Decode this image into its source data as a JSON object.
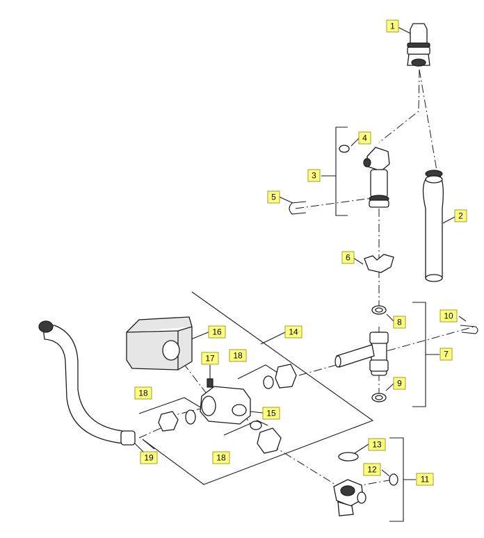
{
  "callouts": [
    {
      "id": "c1",
      "label": "1"
    },
    {
      "id": "c2",
      "label": "2"
    },
    {
      "id": "c3",
      "label": "3"
    },
    {
      "id": "c4",
      "label": "4"
    },
    {
      "id": "c5",
      "label": "5"
    },
    {
      "id": "c6",
      "label": "6"
    },
    {
      "id": "c7",
      "label": "7"
    },
    {
      "id": "c8",
      "label": "8"
    },
    {
      "id": "c9",
      "label": "9"
    },
    {
      "id": "c10",
      "label": "10"
    },
    {
      "id": "c11",
      "label": "11"
    },
    {
      "id": "c12",
      "label": "12"
    },
    {
      "id": "c13",
      "label": "13"
    },
    {
      "id": "c14",
      "label": "14"
    },
    {
      "id": "c15",
      "label": "15"
    },
    {
      "id": "c16",
      "label": "16"
    },
    {
      "id": "c17",
      "label": "17"
    },
    {
      "id": "c18a",
      "label": "18"
    },
    {
      "id": "c18b",
      "label": "18"
    },
    {
      "id": "c18c",
      "label": "18"
    },
    {
      "id": "c19",
      "label": "19"
    }
  ],
  "colors": {
    "callout_fill": "#ffff80",
    "line": "#1a1a1a",
    "background": "#ffffff"
  }
}
